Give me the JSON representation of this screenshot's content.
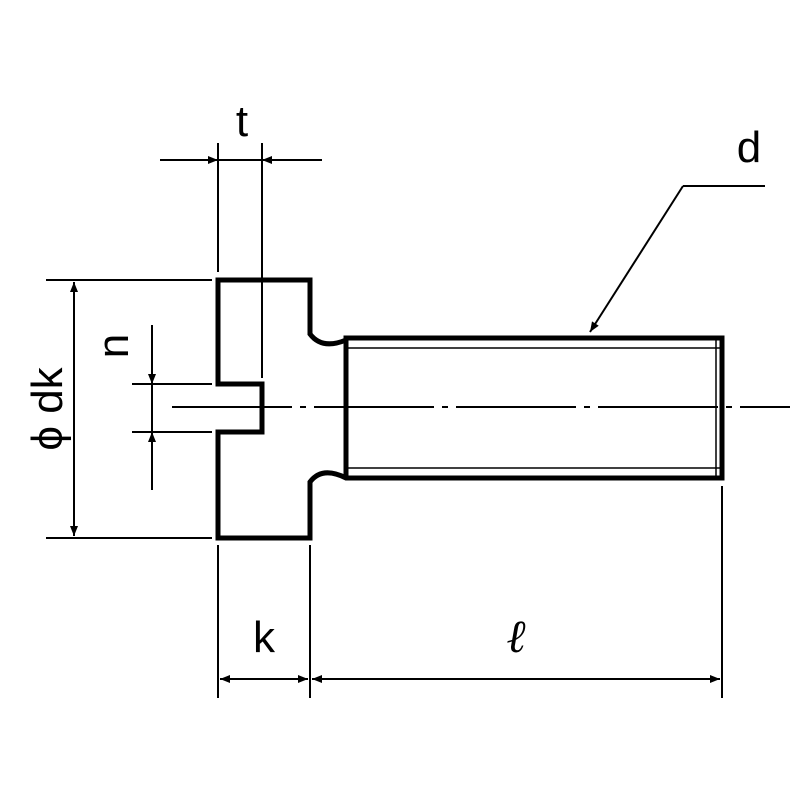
{
  "labels": {
    "t": "t",
    "d": "d",
    "n": "n",
    "dk": "ϕ dk",
    "k": "k",
    "l": "ℓ"
  }
}
